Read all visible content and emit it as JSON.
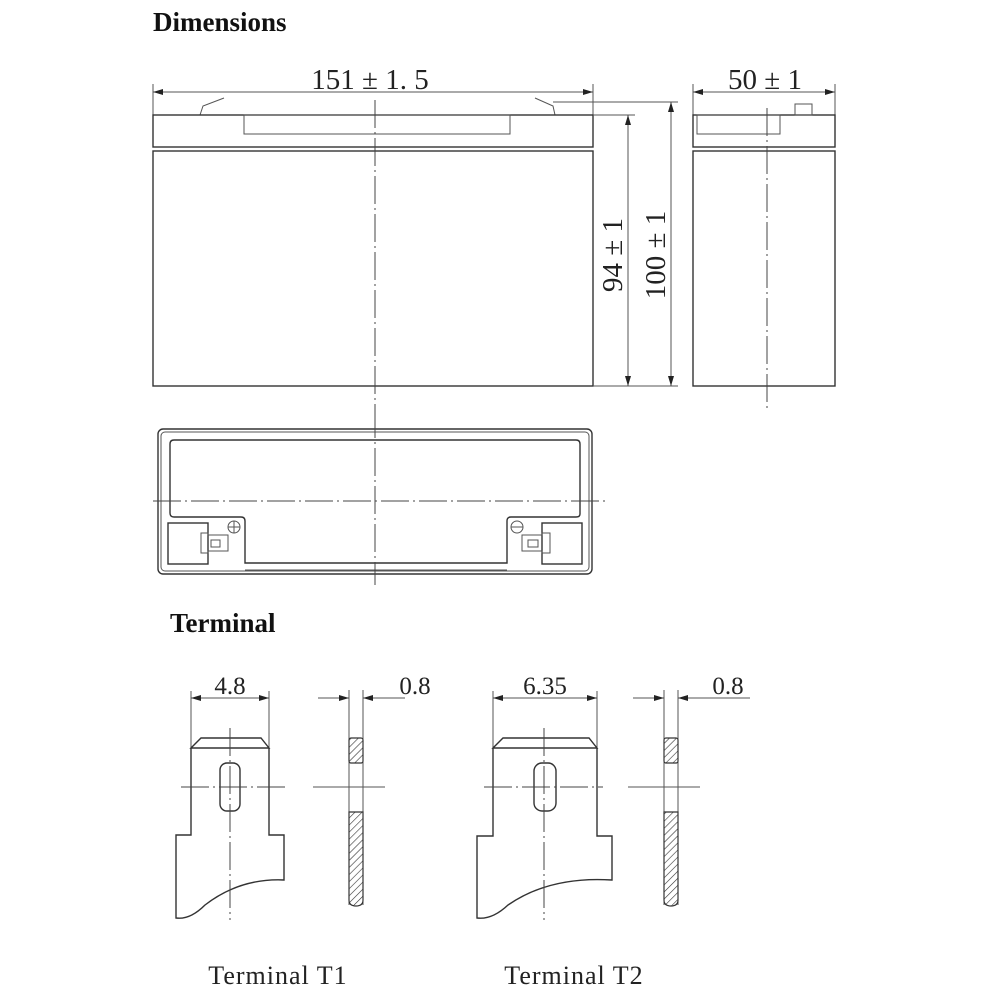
{
  "sections": {
    "dimensions_title": "Dimensions",
    "terminal_title": "Terminal"
  },
  "dimensions": {
    "length": "151 ± 1. 5",
    "width": "50 ± 1",
    "container_height": "94 ± 1",
    "total_height": "100 ± 1"
  },
  "terminals": [
    {
      "caption": "Terminal T1",
      "width": "4.8",
      "thickness": "0.8"
    },
    {
      "caption": "Terminal T2",
      "width": "6.35",
      "thickness": "0.8"
    }
  ],
  "polarity": {
    "positive": "+",
    "negative": "−"
  }
}
